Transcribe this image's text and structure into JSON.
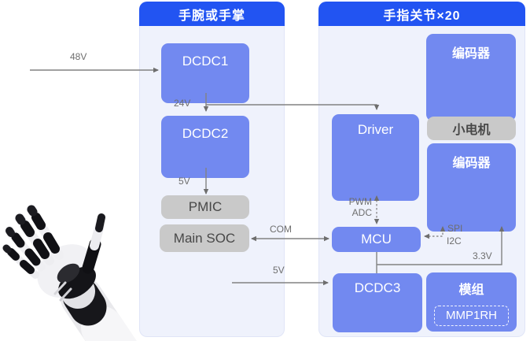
{
  "colors": {
    "header_blue": "#2254F2",
    "block_blue": "#7289F0",
    "block_gray": "#C9C9C9",
    "panel_bg": "#EFF2FC",
    "wire_gray": "#828282"
  },
  "left_panel": {
    "title": "手腕或手掌",
    "blocks": {
      "dcdc1": {
        "label": "DCDC1"
      },
      "dcdc2": {
        "label": "DCDC2"
      },
      "pmic": {
        "label": "PMIC"
      },
      "main_soc": {
        "label": "Main SOC"
      }
    }
  },
  "right_panel": {
    "title": "手指关节×20",
    "blocks": {
      "encoder_top": {
        "label": "编码器"
      },
      "small_motor": {
        "label": "小电机"
      },
      "encoder_bottom": {
        "label": "编码器"
      },
      "driver": {
        "label": "Driver"
      },
      "mcu": {
        "label": "MCU"
      },
      "dcdc3": {
        "label": "DCDC3"
      },
      "module": {
        "label": "模组",
        "chip_label": "MMP1RH"
      }
    }
  },
  "connections": {
    "power_in": {
      "label": "48V",
      "from": "external",
      "to": "DCDC1",
      "style": "solid-arrow"
    },
    "dcdc1_dcdc2": {
      "label": "24V",
      "from": "DCDC1",
      "to": "DCDC2",
      "style": "solid-arrow"
    },
    "rail24_driver": {
      "label": "",
      "from": "DCDC1 24V rail",
      "to": "Driver",
      "style": "solid-arrow"
    },
    "dcdc2_pmic": {
      "label": "5V",
      "from": "DCDC2",
      "to": "PMIC",
      "style": "solid-arrow"
    },
    "soc_mcu": {
      "label": "COM",
      "from": "Main SOC",
      "to": "MCU",
      "style": "solid-double-arrow"
    },
    "rail5_dcdc3": {
      "label": "5V",
      "from": "palm 5V rail",
      "to": "DCDC3",
      "style": "solid-arrow"
    },
    "driver_mcu": {
      "labels": [
        "PWM",
        "ADC"
      ],
      "from": "Driver",
      "to": "MCU",
      "style": "dotted-double-arrow"
    },
    "mcu_encoder": {
      "labels": [
        "SPI",
        "I2C"
      ],
      "from": "MCU",
      "to": "encoder_bottom",
      "style": "dotted-double-arrow"
    },
    "mcu_dcdc3": {
      "label": "",
      "from": "MCU",
      "to": "DCDC3",
      "style": "solid-line"
    },
    "dcdc3_encoder": {
      "label": "3.3V",
      "from": "DCDC3 rail",
      "to": "encoder_bottom",
      "style": "solid-arrow"
    }
  },
  "illustration": {
    "name": "robotic prosthetic hand",
    "position": "bottom-left"
  }
}
